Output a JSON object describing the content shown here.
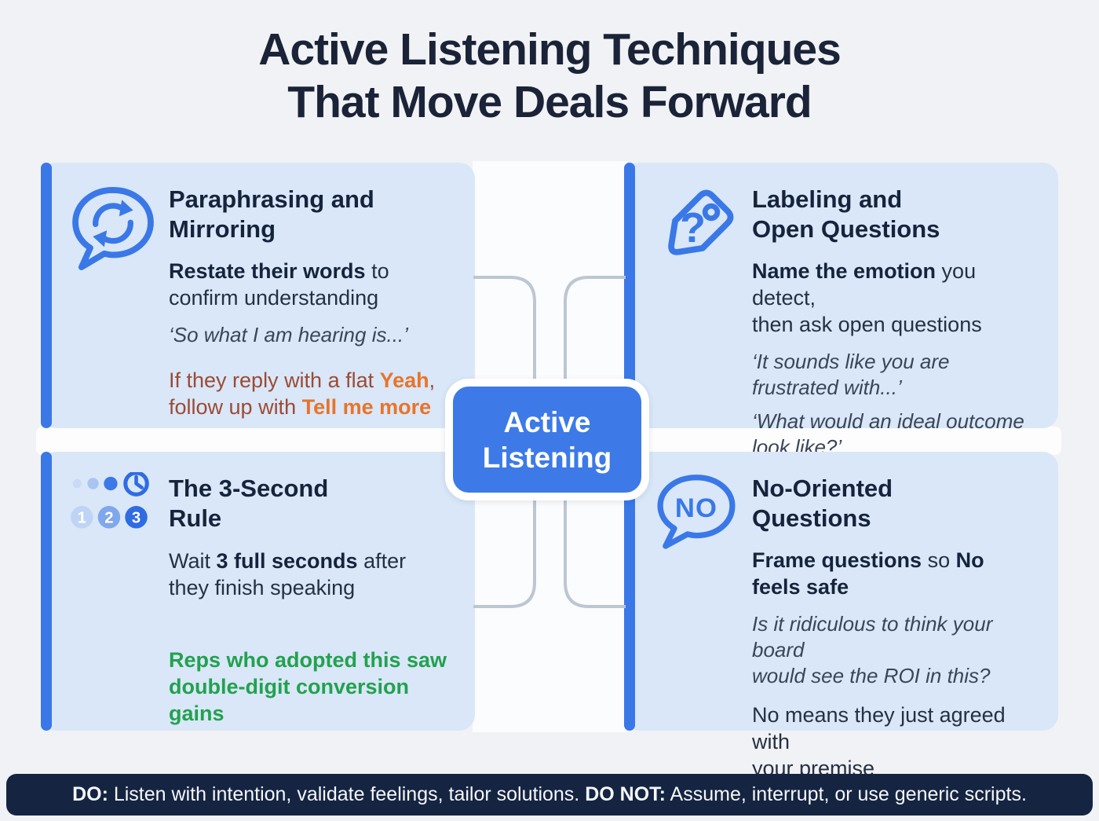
{
  "title": {
    "line1": "Active Listening Techniques",
    "line2": "That Move Deals Forward"
  },
  "center_node": {
    "line1": "Active",
    "line2": "Listening"
  },
  "colors": {
    "accent_blue": "#3a78e8",
    "card_bg": "#d9e7f8",
    "node_blue": "#3d7ae7",
    "orange_bright": "#e8742a",
    "orange_dark": "#9c4b33",
    "green": "#23a14f",
    "navy": "#1a2337",
    "footer_bg": "#152441",
    "connector_gray": "#bdc6d3"
  },
  "cards": {
    "paraphrasing": {
      "icon": "speech-bubble-refresh-icon",
      "title_line1": "Paraphrasing and",
      "title_line2": "Mirroring",
      "body_bold": "Restate their words",
      "body_rest_l1": " to",
      "body_l2": "confirm understanding",
      "quote": "‘So what I am hearing is...’",
      "tip_text1": "If they reply with a flat ",
      "tip_bold1": "Yeah",
      "tip_comma": ",",
      "tip_text2": "follow up with ",
      "tip_bold2": "Tell me more"
    },
    "labeling": {
      "icon": "tag-question-icon",
      "icon_label": "?",
      "title_line1": "Labeling and",
      "title_line2": "Open Questions",
      "body_bold": "Name the emotion",
      "body_rest_l1": " you detect,",
      "body_l2": "then ask open questions",
      "quote1_l1": "‘It sounds like you are",
      "quote1_l2": "frustrated with...’",
      "quote2_l1": "‘What would an ideal outcome",
      "quote2_l2": "look like?’"
    },
    "three_second": {
      "icon": "countdown-clock-icon",
      "icon_numbers": [
        "1",
        "2",
        "3"
      ],
      "title_line1": "The 3-Second",
      "title_line2": "Rule",
      "body_text1": "Wait ",
      "body_bold": "3 full seconds",
      "body_rest_l1": " after",
      "body_l2": "they finish speaking",
      "highlight_l1": "Reps who adopted this saw",
      "highlight_l2": "double-digit conversion gains"
    },
    "no_oriented": {
      "icon": "no-speech-bubble-icon",
      "icon_label": "NO",
      "title_line1": "No-Oriented",
      "title_line2": "Questions",
      "body_bold1": "Frame questions",
      "body_text1": " so ",
      "body_bold2": "No",
      "body_l2": "feels safe",
      "quote_l1": "Is it ridiculous to think your board",
      "quote_l2": "would see the ROI in this?",
      "note_l1": "No means they just agreed with",
      "note_l2": "your premise"
    }
  },
  "footer": {
    "do_label": "DO:",
    "do_text": " Listen with intention, validate feelings, tailor solutions. ",
    "dont_label": "DO NOT:",
    "dont_text": " Assume, interrupt, or use generic scripts."
  }
}
